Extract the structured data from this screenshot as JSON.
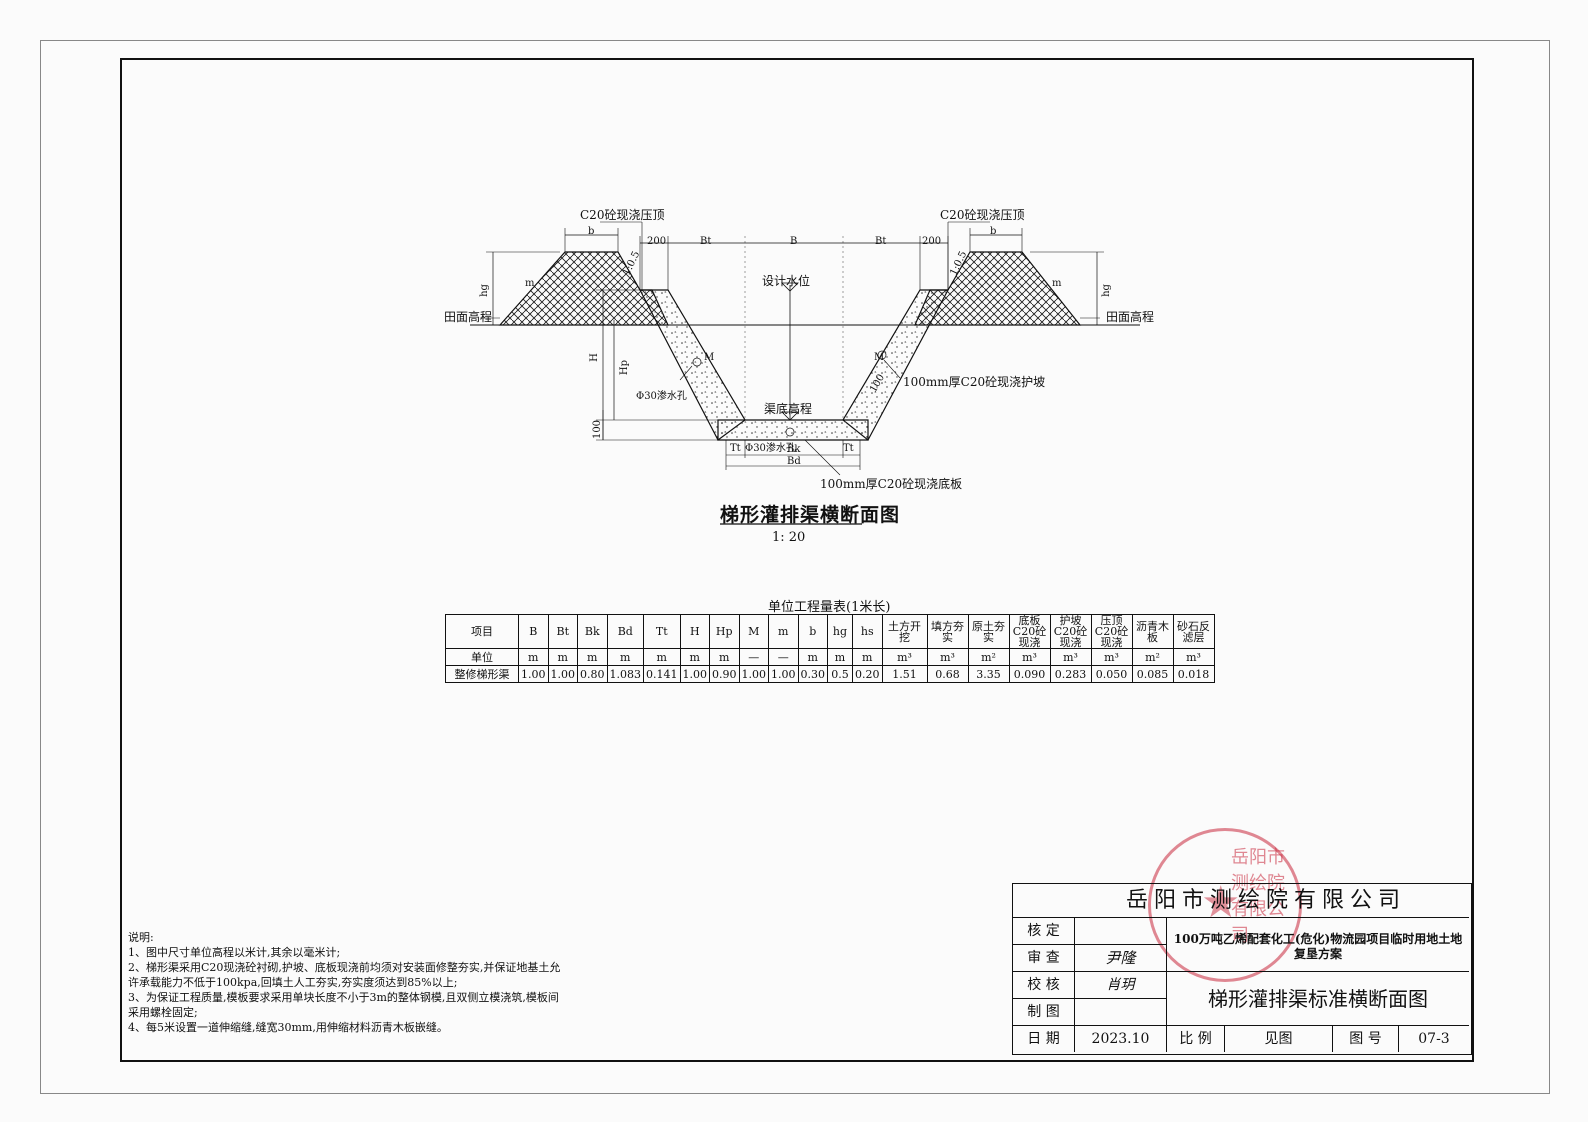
{
  "drawing": {
    "labels": {
      "cap_left": "C20砼现浇压顶",
      "cap_right": "C20砼现浇压顶",
      "dim_200_left": "200",
      "dim_bt_left": "Bt",
      "dim_b": "B",
      "dim_bt_right": "Bt",
      "dim_200_right": "200",
      "dim_b_left": "b",
      "dim_b_right": "b",
      "slope_left": "1:0.5",
      "slope_right": "1:0.5",
      "design_water": "设计水位",
      "field_left": "田面高程",
      "field_right": "田面高程",
      "hg_left": "hg",
      "hg_right": "hg",
      "hp": "Hp",
      "h": "H",
      "dim_100": "100",
      "drain_hole_left": "Φ30渗水孔",
      "drain_hole_bottom": "Φ30渗水孔",
      "channel_bottom": "渠底高程",
      "slope_lining": "100mm厚C20砼现浇护坡",
      "bottom_plate": "100mm厚C20砼现浇底板",
      "tt_left": "Tt",
      "tt_right": "Tt",
      "bk": "Bk",
      "bd": "Bd",
      "m_left": "m",
      "m_right": "m",
      "m_slope_left": "M",
      "m_slope_right": "M",
      "dim_100_slope": "100"
    },
    "title": "梯形灌排渠横断面图",
    "scale": "1: 20"
  },
  "table": {
    "caption": "单位工程量表(1米长)",
    "header": [
      "项目",
      "B",
      "Bt",
      "Bk",
      "Bd",
      "Tt",
      "H",
      "Hp",
      "M",
      "m",
      "b",
      "hg",
      "hs",
      "土方开挖",
      "填方夯实",
      "原土夯实",
      "底板C20砼现浇",
      "护坡C20砼现浇",
      "压顶C20砼现浇",
      "沥青木板",
      "砂石反滤层"
    ],
    "units": [
      "单位",
      "m",
      "m",
      "m",
      "m",
      "m",
      "m",
      "m",
      "—",
      "—",
      "m",
      "m",
      "m",
      "m³",
      "m³",
      "m²",
      "m³",
      "m³",
      "m³",
      "m²",
      "m³"
    ],
    "row": [
      "整修梯形渠",
      "1.00",
      "1.00",
      "0.80",
      "1.083",
      "0.141",
      "1.00",
      "0.90",
      "1.00",
      "1.00",
      "0.30",
      "0.5",
      "0.20",
      "1.51",
      "0.68",
      "3.35",
      "0.090",
      "0.283",
      "0.050",
      "0.085",
      "0.018"
    ]
  },
  "notes": {
    "title": "说明:",
    "items": [
      "1、图中尺寸单位高程以米计,其余以毫米计;",
      "2、梯形渠采用C20现浇砼衬砌,护坡、底板现浇前均须对安装面修整夯实,并保证地基土允",
      "   许承载能力不低于100kpa,回填土人工夯实,夯实度须达到85%以上;",
      "3、为保证工程质量,模板要求采用单块长度不小于3m的整体钢模,且双侧立模浇筑,模板间",
      "   采用螺栓固定;",
      "4、每5米设置一道伸缩缝,缝宽30mm,用伸缩材料沥青木板嵌缝。"
    ]
  },
  "title_block": {
    "company": "岳阳市测绘院有限公司",
    "check_label": "核 定",
    "review_label": "审 查",
    "verify_label": "校 核",
    "draw_label": "制 图",
    "date_label": "日 期",
    "date_value": "2023.10",
    "scale_label": "比 例",
    "scale_value": "见图",
    "fig_no_label": "图 号",
    "fig_no_value": "07-3",
    "project": "100万吨乙烯配套化工(危化)物流园项目临时用地土地复垦方案",
    "drawing_name": "梯形灌排渠标准横断面图",
    "reviewer_sign": "尹隆",
    "verifier_sign": "肖玥"
  },
  "stamp": {
    "text": "岳阳市测绘院有限公司"
  }
}
